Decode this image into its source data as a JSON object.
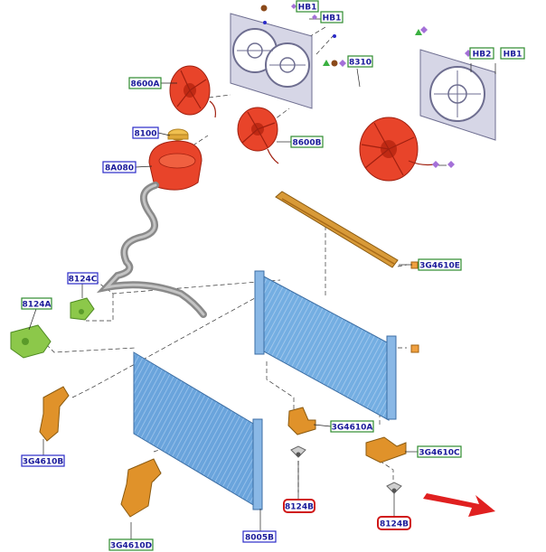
{
  "labels": {
    "hb1_a": "HB1",
    "hb1_b": "HB1",
    "p8310": "8310",
    "hb2_r": "HB2",
    "hb1_r": "HB1",
    "p8600A": "8600A",
    "p8600B": "8600B",
    "p8100": "8100",
    "p8A080": "8A080",
    "p3G4610E": "3G4610E",
    "p8124C": "8124C",
    "p8124A": "8124A",
    "p3G4610A": "3G4610A",
    "p3G4610C": "3G4610C",
    "p3G4610B": "3G4610B",
    "p8124B_a": "8124B",
    "p8124B_b": "8124B",
    "p8005B": "8005B",
    "p3G4610D": "3G4610D"
  },
  "colors": {
    "label_green_border": "#2e8b2e",
    "label_blue_border": "#2a2ac8",
    "label_red_border": "#d01818",
    "label_text": "#1a1a9a",
    "fan_red": "#e8442a",
    "radiator_blue": "#6aa4dc",
    "bracket_orange": "#e0922a",
    "mount_green": "#8cc84a",
    "frame_grey": "#8e8ea8",
    "arrow_red": "#e02020"
  },
  "icons": [
    "triangle-green",
    "circle-brown",
    "diamond-purple",
    "square-orange"
  ]
}
